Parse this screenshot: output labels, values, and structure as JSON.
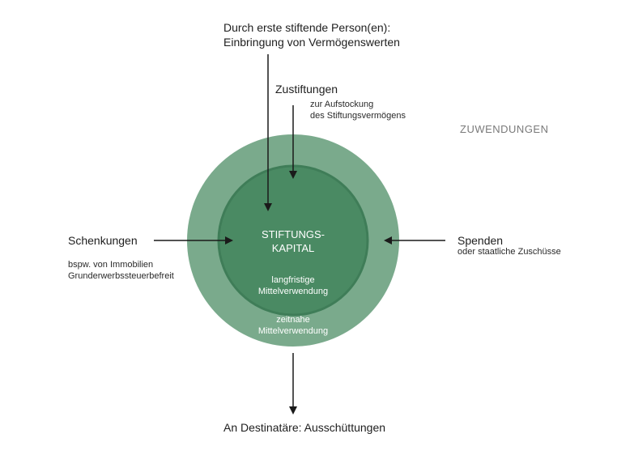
{
  "top": {
    "line1": "Durch erste stiftende Person(en):",
    "line2": "Einbringung von Vermögenswerten"
  },
  "zustiftungen": {
    "title": "Zustiftungen",
    "sub1": "zur Aufstockung",
    "sub2": "des Stiftungsvermögens"
  },
  "zuwendungen": "ZUWENDUNGEN",
  "schenkungen": {
    "title": "Schenkungen",
    "sub1": "bspw. von Immobilien",
    "sub2": "Grunderwerbssteuerbefreit"
  },
  "spenden": {
    "title": "Spenden",
    "sub": "oder staatliche Zuschüsse"
  },
  "core": {
    "line1": "STIFTUNGS-",
    "line2": "KAPITAL",
    "inner1": "langfristige",
    "inner2": "Mittelverwendung"
  },
  "ring": {
    "line1": "zeitnahe",
    "line2": "Mittelverwendung"
  },
  "bottom": "An Destinatäre: Ausschüttungen",
  "colors": {
    "outer_circle": "#7aaa8c",
    "inner_circle": "#4a8a63",
    "inner_border": "#3f7d58",
    "arrow": "#1a1a1a"
  }
}
